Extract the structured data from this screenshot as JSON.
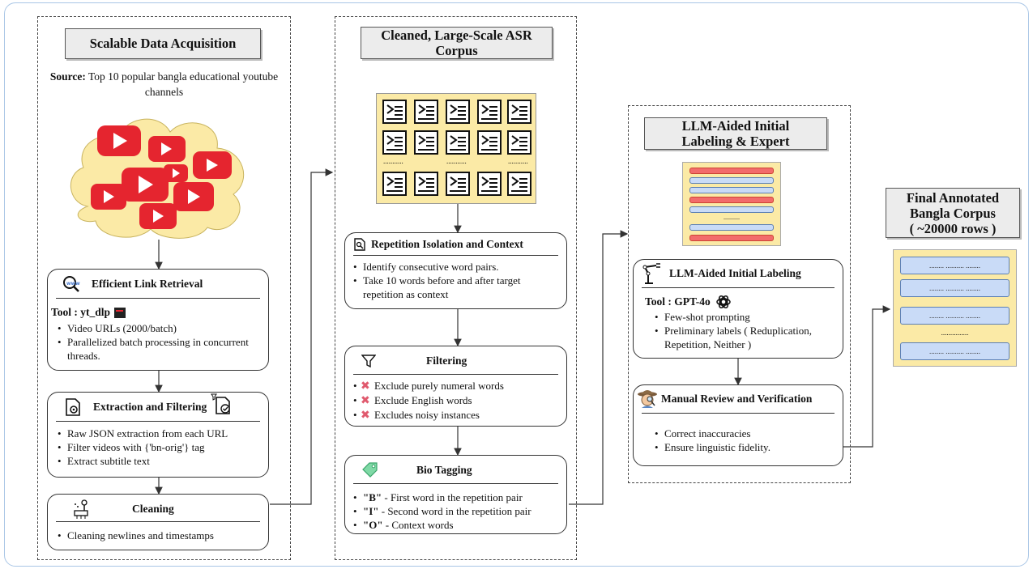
{
  "stage1": {
    "title": "Scalable Data Acquisition",
    "source_label": "Source:",
    "source_text": "Top 10 popular bangla educational youtube channels",
    "link_card": {
      "title": "Efficient Link Retrieval",
      "tool": "Tool : yt_dlp",
      "items": [
        "Video URLs (2000/batch)",
        "Parallelized batch processing in concurrent threads."
      ]
    },
    "extract_card": {
      "title": "Extraction and Filtering",
      "items": [
        "Raw JSON extraction from each URL",
        "Filter videos with {'bn-orig'} tag",
        "Extract subtitle text"
      ]
    },
    "clean_card": {
      "title": "Cleaning",
      "items": [
        "Cleaning newlines and timestamps"
      ]
    }
  },
  "stage2": {
    "title_line1": "Cleaned, Large-Scale ASR",
    "title_line2": "Corpus",
    "dots": "...........",
    "repetition_card": {
      "title": "Repetition Isolation and Context",
      "items": [
        "Identify consecutive word pairs.",
        "Take 10 words before and after target repetition as context"
      ]
    },
    "filter_card": {
      "title": "Filtering",
      "items": [
        "Exclude purely numeral words",
        "Exclude English words",
        "Excludes noisy instances"
      ]
    },
    "bio_card": {
      "title": "Bio Tagging",
      "items": [
        {
          "tag": "\"B\"",
          "text": " - First word in the repetition pair"
        },
        {
          "tag": "\"I\"",
          "text": " - Second word in the repetition pair"
        },
        {
          "tag": "\"O\"",
          "text": " - Context words"
        }
      ]
    }
  },
  "stage3": {
    "title_line1": "LLM-Aided Initial",
    "title_line2": "Labeling & Expert",
    "llm_card": {
      "title": "LLM-Aided Initial Labeling",
      "tool": "Tool : GPT-4o",
      "items": [
        "Few-shot prompting",
        "Preliminary labels ( Reduplication, Repetition, Neither )"
      ]
    },
    "review_card": {
      "title": "Manual Review and Verification",
      "items": [
        "Correct inaccuracies",
        "Ensure linguistic fidelity."
      ]
    }
  },
  "stage4": {
    "title_line1": "Final Annotated",
    "title_line2": "Bangla Corpus",
    "title_line3": "( ~20000 rows )",
    "rows": [
      "........ .......... ........",
      "........ .......... ........",
      "........ .......... ........",
      "........ .......... ........"
    ],
    "ellipsis": "..............."
  },
  "colors": {
    "youtube_red": "#e5252f",
    "cloud": "#fbeaa6",
    "doc_bg": "#fbeaa6",
    "row_blue": "#c9dbf7",
    "bar_red": "#f26b6b",
    "x_mark": "#e05a6e"
  },
  "icons": [
    "youtube-icon",
    "search-icon",
    "terminal-icon",
    "document-gear-icon",
    "document-check-icon",
    "cleaning-icon",
    "search-document-icon",
    "filter-icon",
    "tag-icon",
    "robot-arm-icon",
    "openai-icon",
    "detective-icon",
    "document-icon"
  ]
}
